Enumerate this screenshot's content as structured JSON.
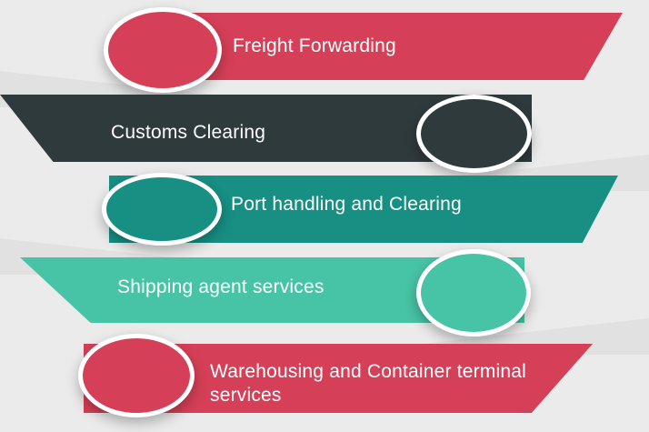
{
  "services": [
    {
      "label": "Freight Forwarding",
      "color": "#d53f57"
    },
    {
      "label": "Customs Clearing",
      "color": "#2f3a3d"
    },
    {
      "label": "Port handling and Clearing",
      "color": "#178f83"
    },
    {
      "label": "Shipping agent services",
      "color": "#47c3a5"
    },
    {
      "label": "Warehousing and Container terminal services",
      "color": "#d53f57"
    }
  ]
}
